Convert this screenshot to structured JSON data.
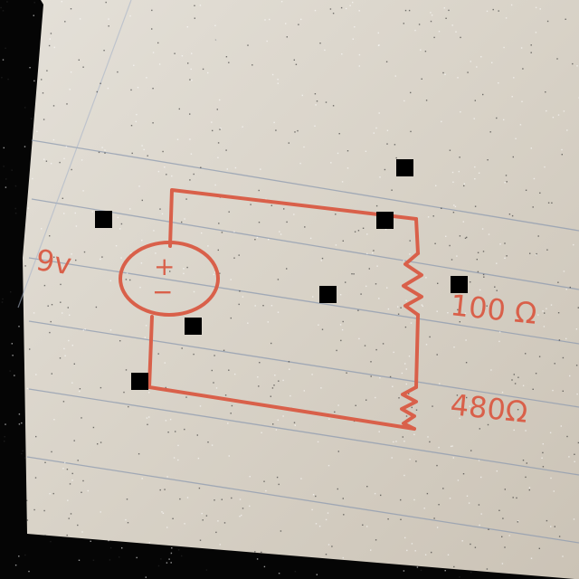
{
  "labels": {
    "source_voltage": "9v",
    "source_plus": "+",
    "source_minus": "−",
    "resistor_top_value": "100 Ω",
    "resistor_bottom_value": "480Ω"
  },
  "colors": {
    "paper": "#d8d2c7",
    "ruled_line": "#8e9bb0",
    "ink": "#d9604a",
    "background": "#050505",
    "occluder": "#000000"
  },
  "components": [
    {
      "kind": "voltage-source",
      "label_key": "source_voltage"
    },
    {
      "kind": "resistor",
      "label_key": "resistor_top_value"
    },
    {
      "kind": "resistor",
      "label_key": "resistor_bottom_value"
    }
  ]
}
